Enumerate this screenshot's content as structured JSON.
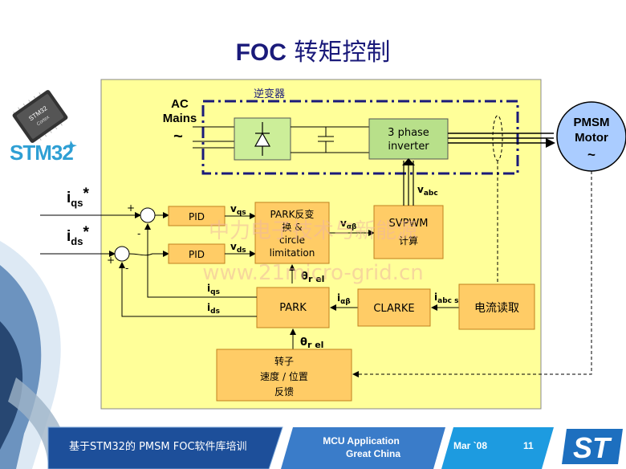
{
  "title": {
    "prefix": "FOC",
    "suffix": " 转矩控制"
  },
  "logo": {
    "brand": "STM32",
    "chip_line1": "STM32",
    "chip_line2": "Cortex"
  },
  "diagram": {
    "inverter_group": "逆变器",
    "ac_mains": [
      "AC",
      "Mains",
      "~"
    ],
    "three_phase_inverter": [
      "3 phase",
      "inverter"
    ],
    "motor": [
      "PMSM",
      "Motor",
      "~"
    ],
    "iqs_star": "i",
    "iqs_star_sub": "qs",
    "ids_star": "i",
    "ids_star_sub": "ds",
    "star": "*",
    "plus": "+",
    "minus": "-",
    "pid": "PID",
    "vqs": "v",
    "vqs_sub": "qs",
    "vds": "v",
    "vds_sub": "ds",
    "park_inverse": [
      "PARK反变",
      "换 &",
      "circle",
      "limitation"
    ],
    "v_alpha_beta": "v",
    "v_alpha_beta_sub": "αβ",
    "svpwm": [
      "SVPWM",
      "计算"
    ],
    "vabc": "v",
    "vabc_sub": "abc",
    "theta_rel": "θ",
    "theta_rel_sub": "r el",
    "iqs": "i",
    "iqs_sub": "qs",
    "ids": "i",
    "ids_sub": "ds",
    "park": "PARK",
    "i_alpha_beta": "i",
    "i_alpha_beta_sub": "αβ",
    "clarke": "CLARKE",
    "iabcs": "i",
    "iabcs_sub": "abc s",
    "current_read": "电流读取",
    "rotor_feedback": [
      "转子",
      "速度 / 位置",
      "反馈"
    ]
  },
  "watermark": [
    "中力电子技术与新能源",
    "www.21micro-grid.cn"
  ],
  "footer": {
    "course": "基于STM32的 PMSM FOC软件库培训",
    "org_line1": "MCU Application",
    "org_line2": "Great China",
    "date": "Mar `08",
    "page": "11",
    "brand": "ST"
  },
  "colors": {
    "title": "#1a1a7a",
    "panel": "#ffff99",
    "block": "#ffcc66",
    "block_green": "#ccee99",
    "motor": "#aaccff",
    "footer_blue": "#1d4f9a",
    "logo_blue": "#2e9fd4"
  }
}
